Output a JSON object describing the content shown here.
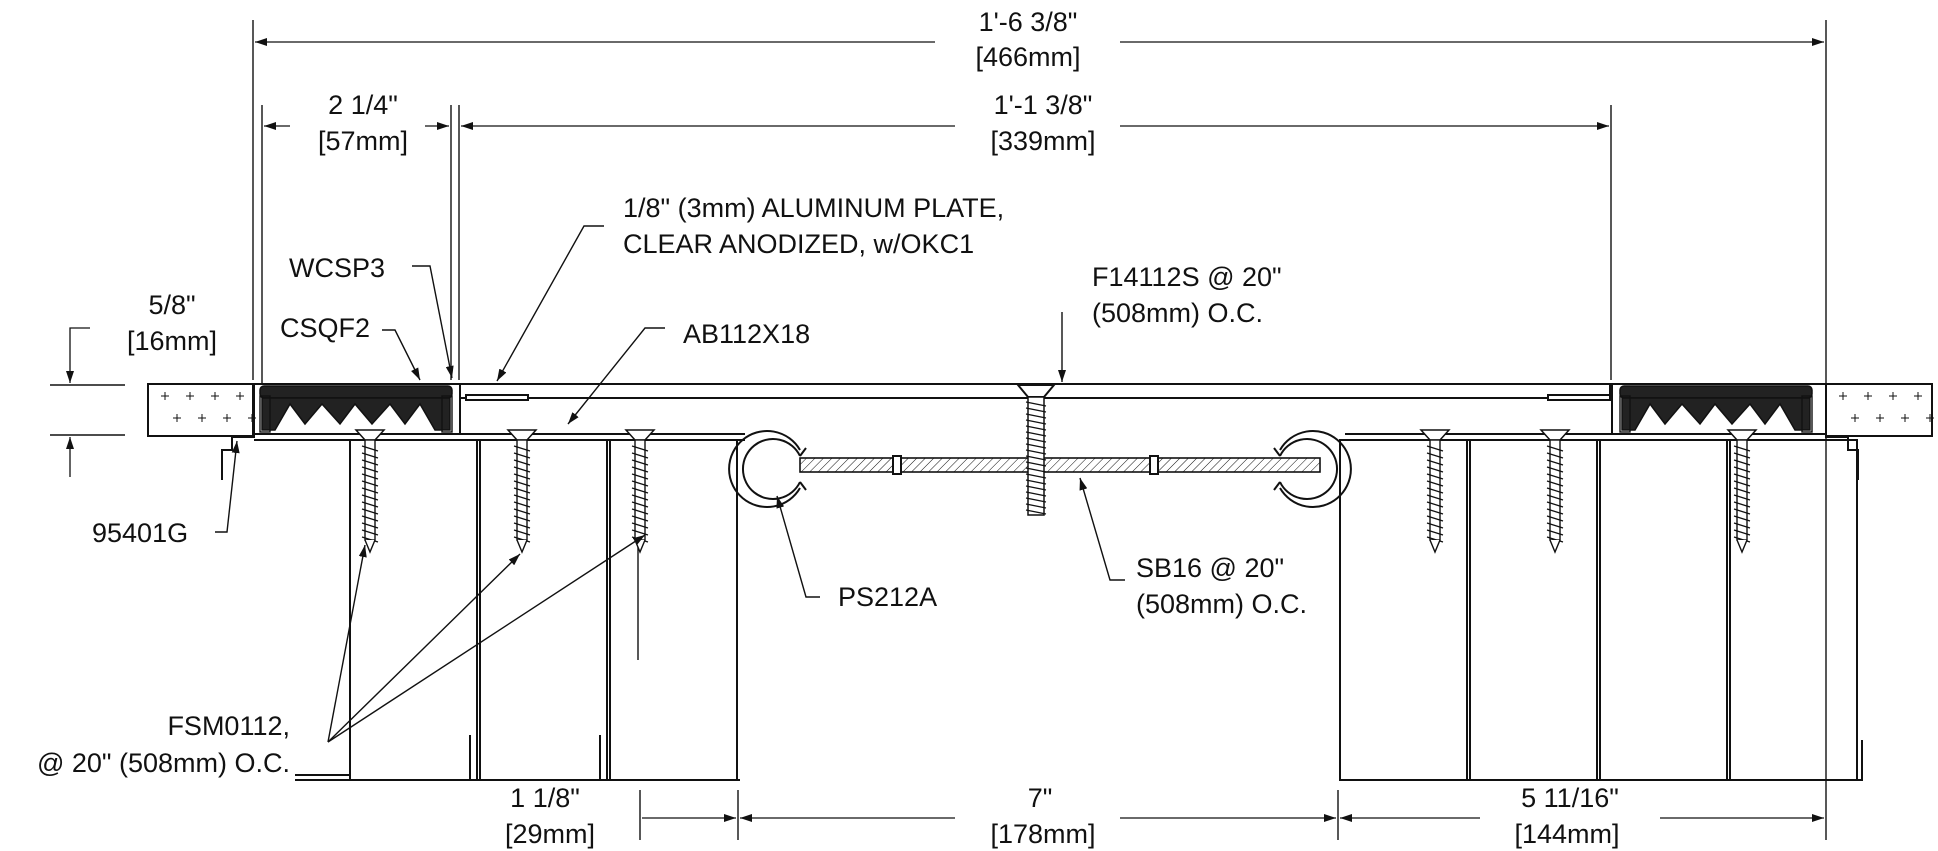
{
  "dimensions": {
    "overall": {
      "imperial": "1'-6 3/8\"",
      "metric": "[466mm]"
    },
    "left_seal_width": {
      "imperial": "2 1/4\"",
      "metric": "[57mm]"
    },
    "inner_span": {
      "imperial": "1'-1 3/8\"",
      "metric": "[339mm]"
    },
    "depth": {
      "imperial": "5/8\"",
      "metric": "[16mm]"
    },
    "joint_left": {
      "imperial": "1 1/8\"",
      "metric": "[29mm]"
    },
    "joint_width": {
      "imperial": "7\"",
      "metric": "[178mm]"
    },
    "joint_right": {
      "imperial": "5 11/16\"",
      "metric": "[144mm]"
    }
  },
  "callouts": {
    "plate_line1": "1/8\" (3mm) ALUMINUM PLATE,",
    "plate_line2": "CLEAR ANODIZED, w/OKC1",
    "wcsp3": "WCSP3",
    "csqf2": "CSQF2",
    "ab112x18": "AB112X18",
    "f14112s_line1": "F14112S @ 20\"",
    "f14112s_line2": "(508mm) O.C.",
    "p95401g": "95401G",
    "ps212a": "PS212A",
    "sb16_line1": "SB16 @ 20\"",
    "sb16_line2": "(508mm) O.C.",
    "fsm0112_line1": "FSM0112,",
    "fsm0112_line2": "@ 20\" (508mm) O.C."
  }
}
